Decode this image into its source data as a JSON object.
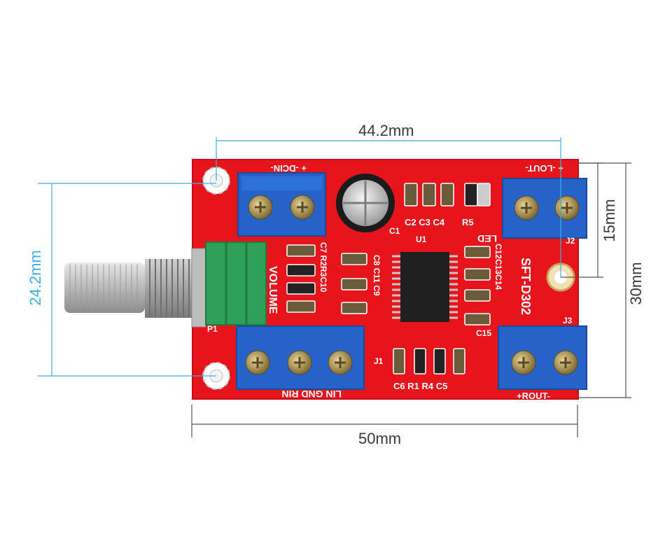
{
  "dimensions": {
    "hole_spacing_x": "44.2mm",
    "board_width": "50mm",
    "hole_spacing_y": "24.2mm",
    "board_height": "30mm",
    "hole_offset": "15mm"
  },
  "silkscreen": {
    "dc_in": "+ -DCIN-",
    "l_out": "+ -LOUT-",
    "board_name": "SFT-D302",
    "volume": "VOLUME",
    "input_pins": "LIN GND RIN",
    "r_out": "+ROUT-",
    "led": "LED",
    "u1": "U1",
    "j1": "J1",
    "j2": "J2",
    "j3": "J3",
    "p1": "P1",
    "c1": "C1",
    "caps_top": "C2 C3 C4",
    "r5": "R5",
    "caps_left": "C7 R2R3C10",
    "caps_mid": "C8 C11 C9",
    "caps_right": "C12C13C14",
    "c15": "C15",
    "bottom_parts": "C6 R1 R4 C5"
  },
  "colors": {
    "pcb": "#e8141c",
    "terminal": "#2563c9",
    "pot_body": "#2fa05a",
    "dimension_line": "#3ab0e2",
    "dimension_line_dark": "#555555"
  }
}
